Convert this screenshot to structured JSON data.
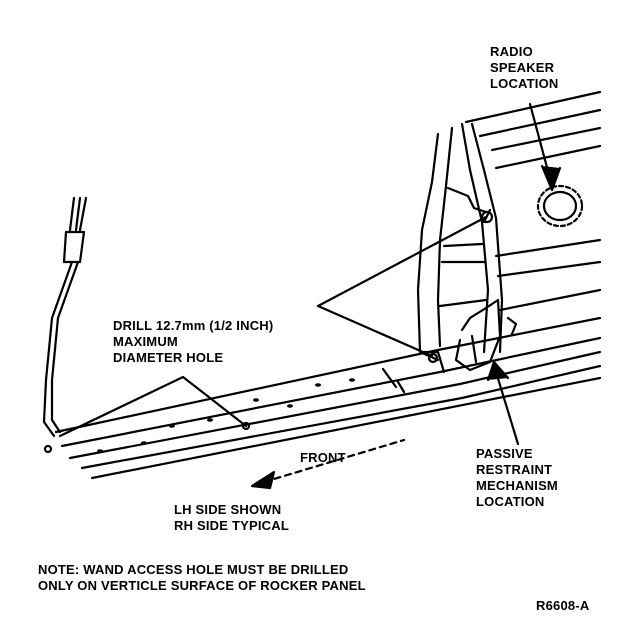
{
  "labels": {
    "radio_speaker": "RADIO\nSPEAKER\nLOCATION",
    "drill": "DRILL 12.7mm (1/2 INCH)\nMAXIMUM\nDIAMETER HOLE",
    "front": "FRONT",
    "passive_restraint": "PASSIVE\nRESTRAINT\nMECHANISM\nLOCATION",
    "side_shown": "LH SIDE SHOWN\nRH SIDE TYPICAL",
    "note": "NOTE: WAND ACCESS HOLE MUST BE DRILLED\nONLY ON VERTICLE SURFACE OF ROCKER PANEL",
    "figure_code": "R6608-A"
  },
  "colors": {
    "ink": "#000000",
    "paper": "#ffffff"
  }
}
